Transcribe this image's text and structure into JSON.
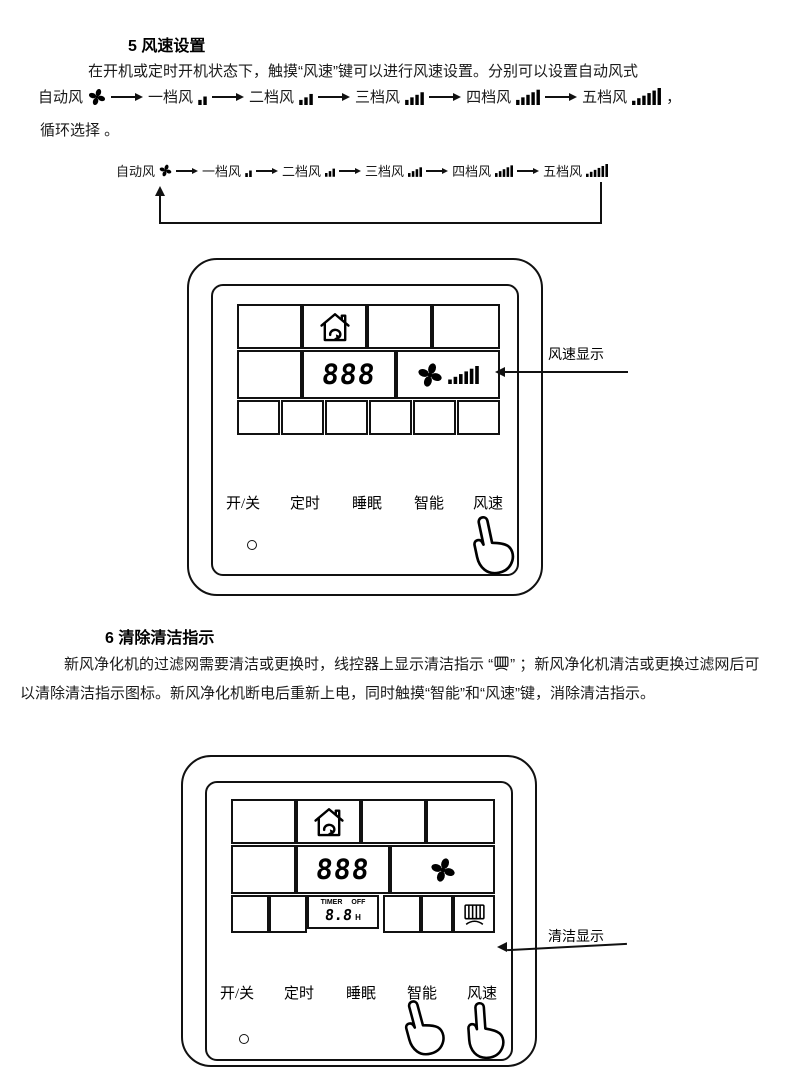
{
  "section5": {
    "heading": "5  风速设置",
    "intro": "在开机或定时开机状态下，触摸“风速”键可以进行风速设置。分别可以设置自动风式",
    "outro": "循环选择 。",
    "flow": {
      "items": [
        {
          "label": "自动风",
          "icon": "fan-icon"
        },
        {
          "label": "一档风",
          "icon": "fan-speed-1-icon"
        },
        {
          "label": "二档风",
          "icon": "fan-speed-2-icon"
        },
        {
          "label": "三档风",
          "icon": "fan-speed-3-icon"
        },
        {
          "label": "四档风",
          "icon": "fan-speed-4-icon"
        },
        {
          "label": "五档风",
          "icon": "fan-speed-5-icon"
        }
      ],
      "trailing": "，"
    }
  },
  "panel1": {
    "display": "888",
    "buttons": [
      "开/关",
      "定时",
      "睡眠",
      "智能",
      "风速"
    ],
    "callout": "风速显示"
  },
  "section6": {
    "heading": "6  清除清洁指示",
    "para_before_icon": "新风净化机的过滤网需要清洁或更换时，线控器上显示清洁指示 “",
    "para_after_icon": "” ；新风净化机清洁或更换过滤网后可以清除清洁指示图标。新风净化机断电后重新上电，同时触摸“智能”和“风速”键，消除清洁指示。"
  },
  "panel2": {
    "display": "888",
    "timer": {
      "label": "TIMER",
      "state": "OFF",
      "value": "8.8",
      "unit": "H"
    },
    "buttons": [
      "开/关",
      "定时",
      "睡眠",
      "智能",
      "风速"
    ],
    "callout": "清洁显示"
  }
}
